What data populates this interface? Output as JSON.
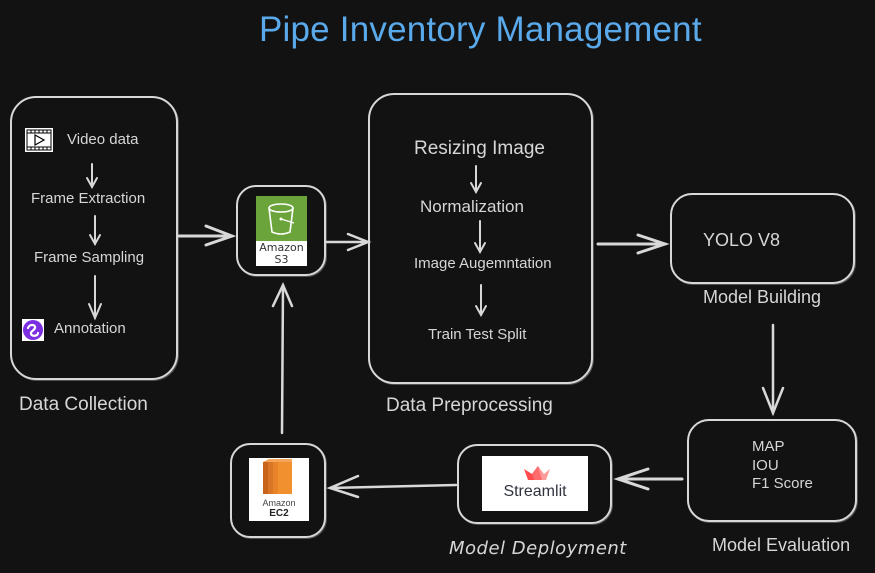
{
  "title": "Pipe Inventory Management",
  "colors": {
    "background": "#121212",
    "title": "#5aa9ea",
    "stroke": "#d8d8d8",
    "s3_green": "#6aa43a",
    "ec2_orange": "#e8832a",
    "streamlit_red": "#ff4b4b",
    "annotation_purple": "#7b2fe0"
  },
  "stages": {
    "data_collection": {
      "label": "Data Collection",
      "steps": [
        "Video data",
        "Frame Extraction",
        "Frame Sampling",
        "Annotation"
      ],
      "icons": [
        "video-icon",
        "annotation-tool-icon"
      ]
    },
    "storage": {
      "icon_text_line1": "Amazon",
      "icon_text_line2": "S3"
    },
    "data_preprocessing": {
      "label": "Data Preprocessing",
      "steps": [
        "Resizing Image",
        "Normalization",
        "Image Augemntation",
        "Train Test Split"
      ]
    },
    "model_building": {
      "label": "Model Building",
      "content": "YOLO V8"
    },
    "model_evaluation": {
      "label": "Model Evaluation",
      "metrics": [
        "MAP",
        "IOU",
        "F1 Score"
      ]
    },
    "model_deployment": {
      "label": "Model Deployment",
      "logo_text": "Streamlit"
    },
    "compute": {
      "icon_text_line1": "Amazon",
      "icon_text_line2": "EC2"
    }
  }
}
